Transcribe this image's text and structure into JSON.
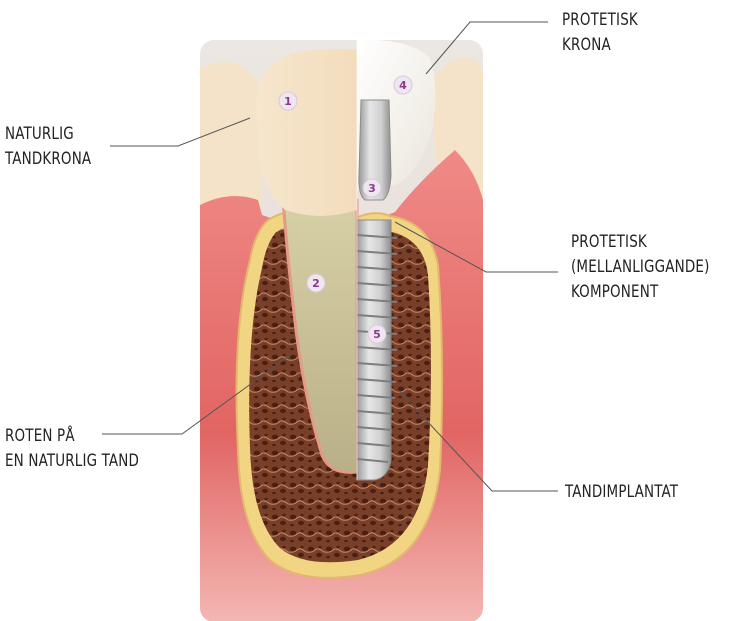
{
  "labels": {
    "natural_crown": [
      "NATURLIG",
      "TANDKRONA"
    ],
    "prosthetic_crown": [
      "PROTETISK",
      "KRONA"
    ],
    "abutment": [
      "PROTETISK",
      "(MELLANLIGGANDE)",
      "KOMPONENT"
    ],
    "natural_root": [
      "ROTEN PÅ",
      "EN NATURLIG TAND"
    ],
    "implant": [
      "TANDIMPLANTAT"
    ]
  },
  "badges": [
    "1",
    "2",
    "3",
    "4",
    "5"
  ],
  "colors": {
    "gum": "#e36a6a",
    "bone_rim": "#f3d98a",
    "bone_inner": "#8c4c32",
    "tooth": "#f4e2c4",
    "root": "#c9c09a",
    "metal": "#c8c8c8",
    "badge_fill": "#efe6f0",
    "badge_text": "#8a3b8f"
  }
}
